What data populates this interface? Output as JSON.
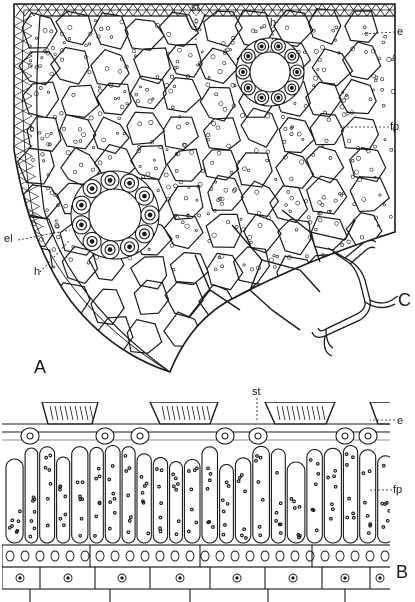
{
  "figure": {
    "panel_a": {
      "letter": "A",
      "labels": {
        "stoma": "st",
        "hypodermis_top": "h",
        "epidermis": "e",
        "fundamental_parenchyma": "fp",
        "elongated_cells": "el",
        "hypodermis_left": "h"
      }
    },
    "panel_b": {
      "letter": "B",
      "labels": {
        "stoma": "st",
        "epidermis": "e",
        "fundamental_parenchyma": "fp"
      }
    },
    "panel_c": {
      "letter": "C"
    }
  },
  "style": {
    "ink": "#1a1a1a",
    "paper": "#ffffff"
  }
}
